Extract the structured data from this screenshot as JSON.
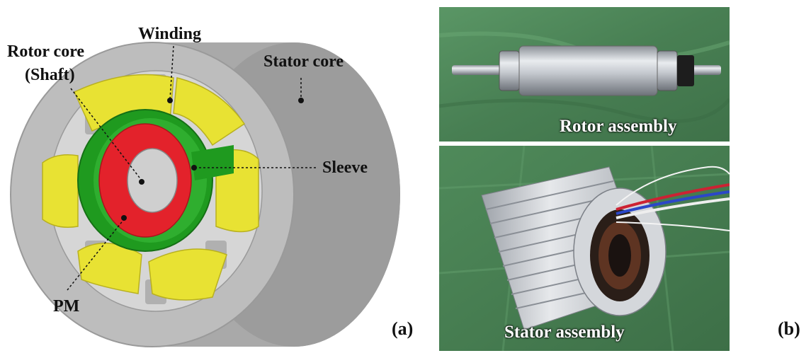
{
  "panel_a": {
    "labels": {
      "winding": "Winding",
      "rotor_core": "Rotor core",
      "shaft": "(Shaft)",
      "stator_core": "Stator core",
      "sleeve": "Sleeve",
      "pm": "PM"
    },
    "tag": "(a)",
    "colors": {
      "stator": "#a9a9a9",
      "stator_face": "#bdbdbd",
      "winding": "#e8e233",
      "sleeve": "#1f9a1f",
      "pm": "#e3222b",
      "bore": "#cfcfcf"
    }
  },
  "panel_b": {
    "rotor_caption": "Rotor assembly",
    "stator_caption": "Stator assembly",
    "tag": "(b)",
    "colors": {
      "floor": "#4f8a5a",
      "metal": "#c9ccd1",
      "wire_red": "#cc2233",
      "wire_blue": "#2b47c8"
    }
  }
}
